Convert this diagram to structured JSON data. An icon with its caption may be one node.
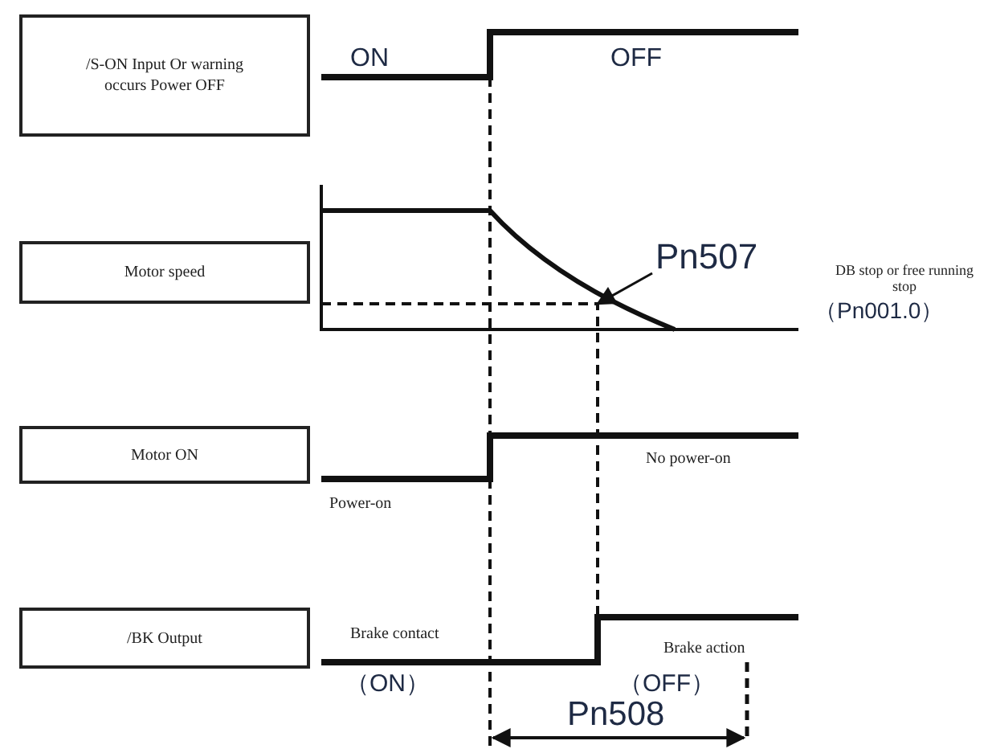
{
  "diagram": {
    "nodes": [
      {
        "text": [
          "/S-ON Input Or warning occurs Power OFF"
        ]
      },
      {
        "text": [
          "Motor speed"
        ]
      },
      {
        "text": [
          "Motor ON"
        ]
      },
      {
        "text": [
          "/BK Output"
        ]
      },
      {
        "text": [
          "Pn507"
        ]
      },
      {
        "text": [],
        "shape": "curve"
      }
    ],
    "edges": [
      {
        "from": 4,
        "to": 5,
        "arrow": "to"
      }
    ],
    "labels": [
      "ON",
      "OFF",
      "DB stop or free running stop",
      "（Pn001.0）",
      "No power-on",
      "Power-on",
      "Brake contact",
      "Brake action",
      "（ON）",
      "（OFF）",
      "Pn508"
    ]
  }
}
